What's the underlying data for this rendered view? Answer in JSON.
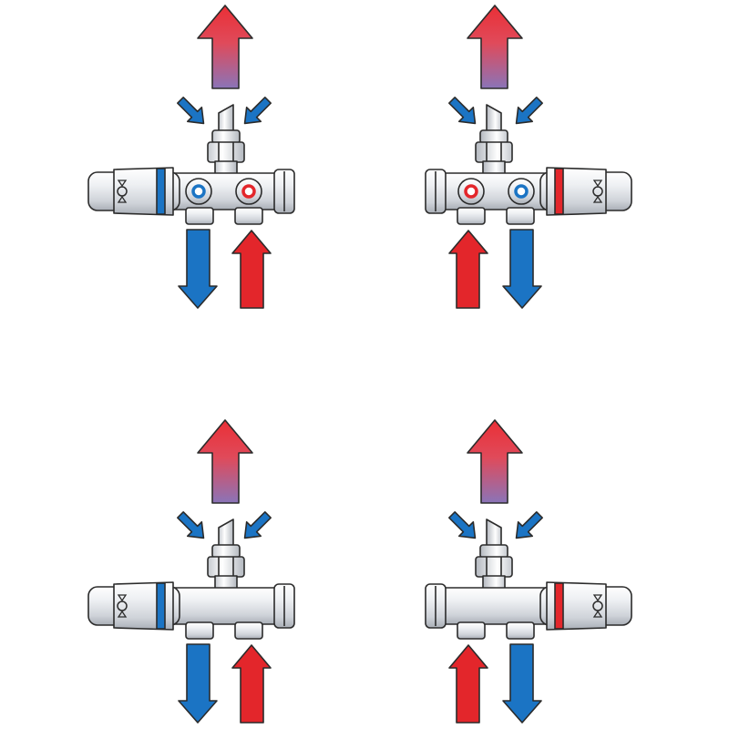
{
  "colors": {
    "hot": "#e3262b",
    "cold": "#1b74c4",
    "hot_top": "#ea2f36",
    "mixed_bottom": "#8a74b8",
    "metal_light": "#f4f5f7",
    "metal_dark": "#b9bec6"
  },
  "panels": [
    {
      "id": "top-left",
      "mirrored": false,
      "row": 0,
      "band": "cold",
      "port_indicators": true
    },
    {
      "id": "top-right",
      "mirrored": true,
      "row": 0,
      "band": "hot",
      "port_indicators": true
    },
    {
      "id": "bottom-left",
      "mirrored": false,
      "row": 1,
      "band": "cold",
      "port_indicators": false
    },
    {
      "id": "bottom-right",
      "mirrored": true,
      "row": 1,
      "band": "hot",
      "port_indicators": false
    }
  ]
}
